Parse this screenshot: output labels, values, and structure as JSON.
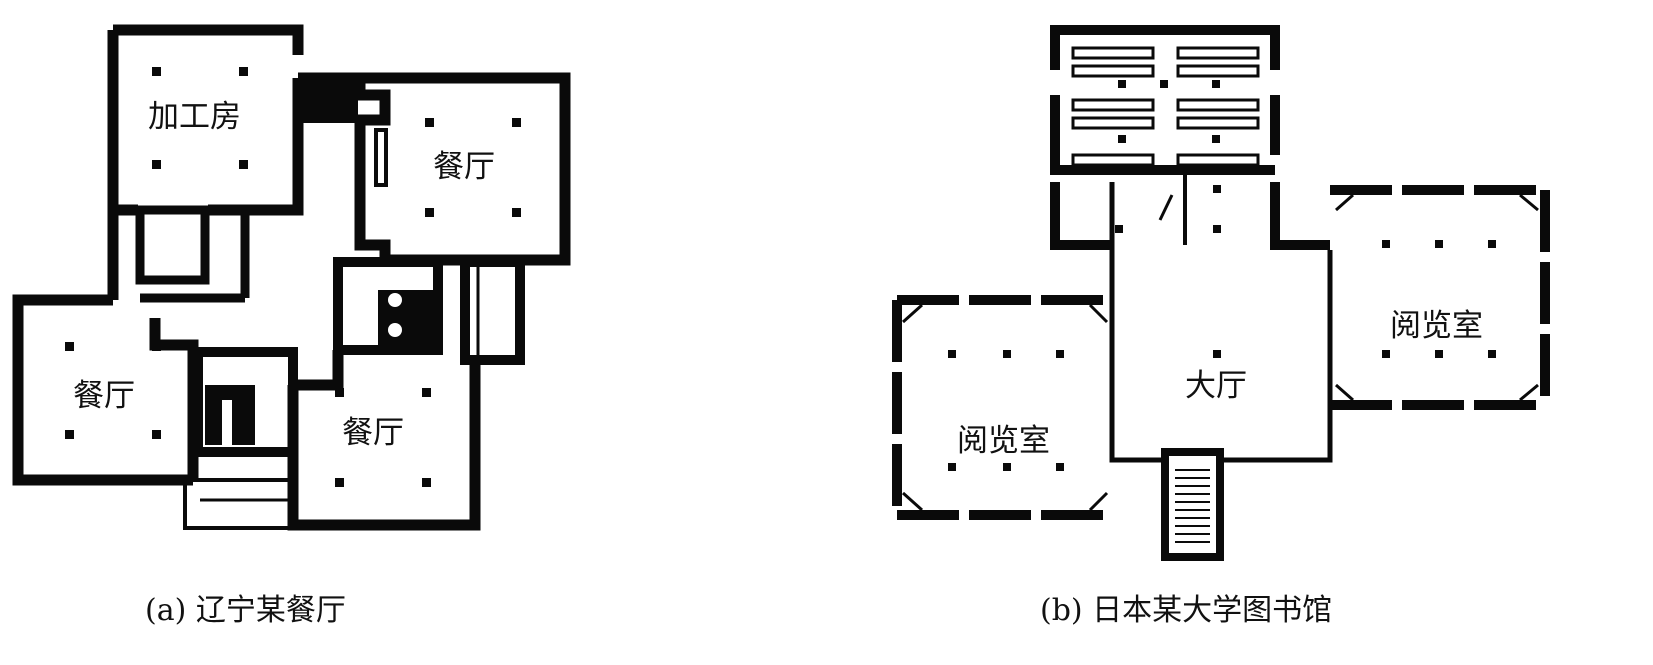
{
  "colors": {
    "wall": "#0a0a0a",
    "background": "#ffffff"
  },
  "plan_a": {
    "caption": "(a) 辽宁某餐厅",
    "labels": {
      "processing_room": "加工房",
      "dining_hall_top": "餐厅",
      "dining_hall_left": "餐厅",
      "dining_hall_bottom": "餐厅"
    }
  },
  "plan_b": {
    "caption": "(b) 日本某大学图书馆",
    "labels": {
      "main_hall": "大厅",
      "reading_room_left": "阅览室",
      "reading_room_right": "阅览室"
    }
  }
}
